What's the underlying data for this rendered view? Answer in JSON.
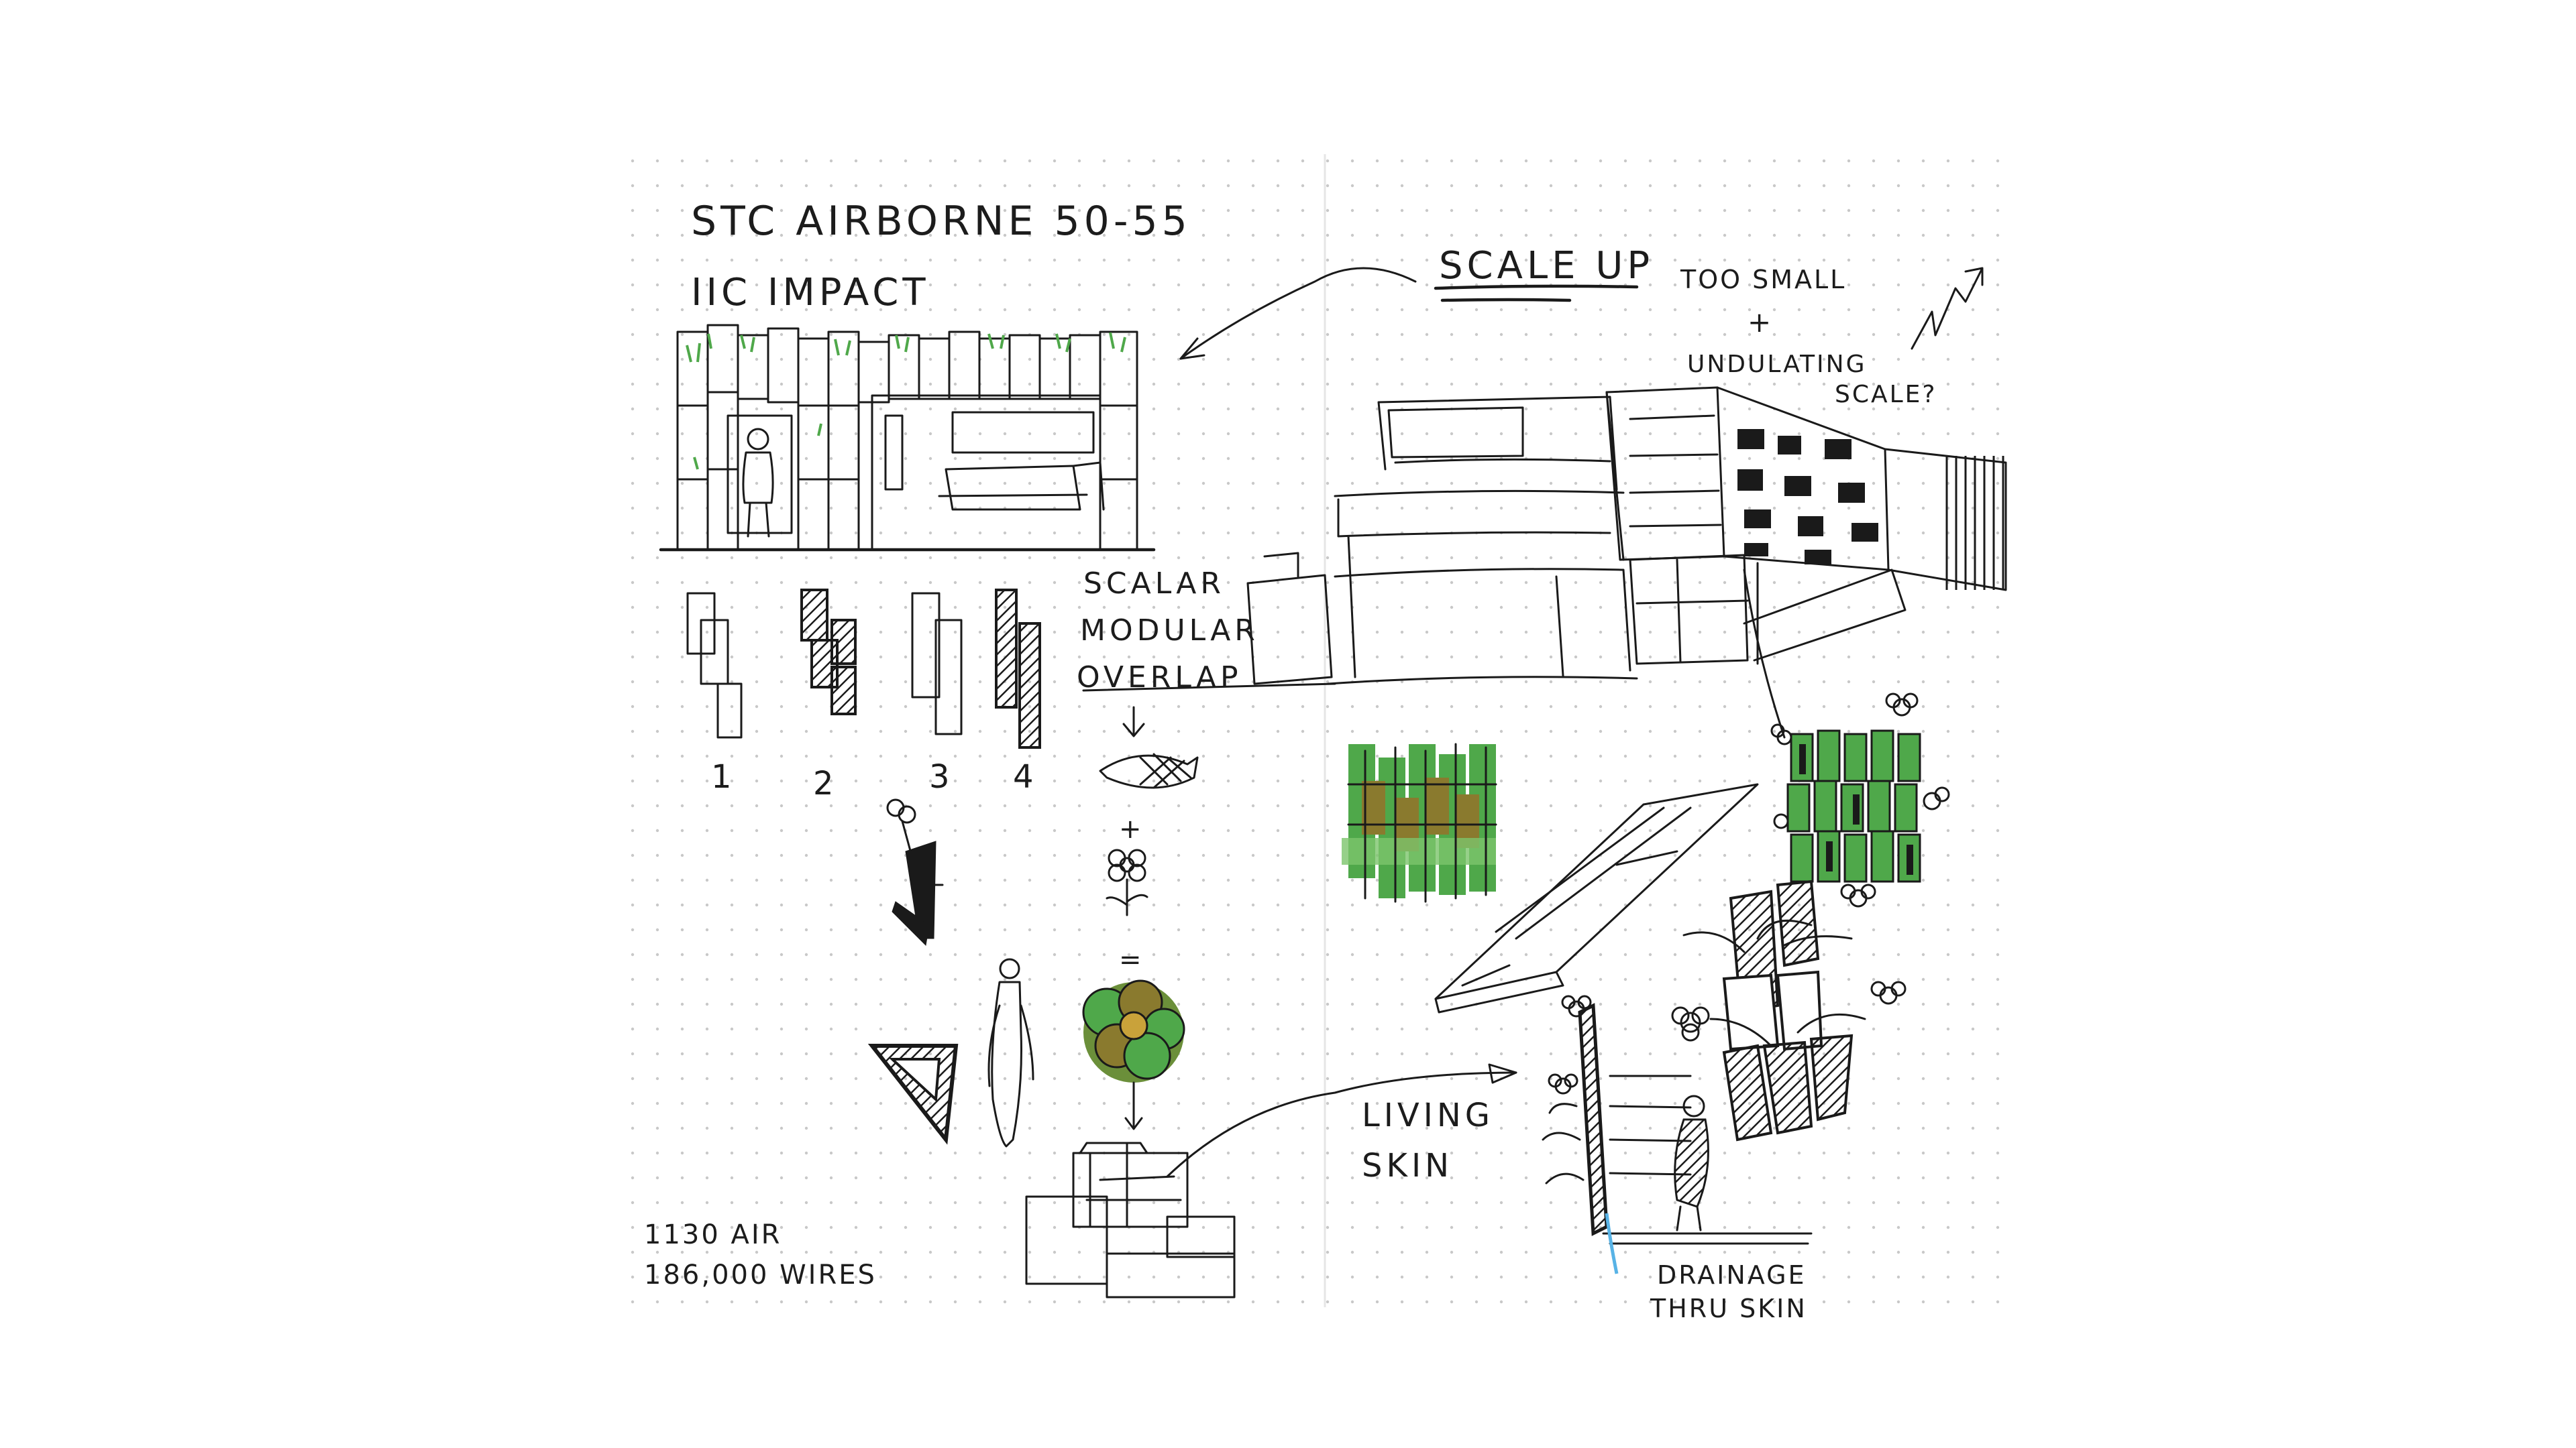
{
  "sketch": {
    "notes": {
      "stc": "STC AIRBORNE 50-55",
      "iic": "IIC IMPACT",
      "scale_up": "SCALE UP",
      "too_small": "TOO SMALL",
      "plus": "+",
      "undulating_1": "UNDULATING",
      "undulating_2": "SCALE?",
      "scalar": "SCALAR",
      "modular": "MODULAR",
      "overlap": "OVERLAP",
      "living_1": "LIVING",
      "living_2": "SKIN",
      "drainage_1": "DRAINAGE",
      "drainage_2": "THRU SKIN",
      "count_1": "1130 AIR",
      "count_2": "186,000 WIRES",
      "equals": "="
    },
    "numbers": [
      "1",
      "2",
      "3",
      "4"
    ],
    "colors": {
      "ink": "#1a1a1a",
      "paper": "#ffffff",
      "dot": "#c8c8c8",
      "green": "#4fa84a",
      "light_green": "#7cc46b",
      "olive": "#8a7a2e",
      "water": "#58b3e6"
    }
  }
}
